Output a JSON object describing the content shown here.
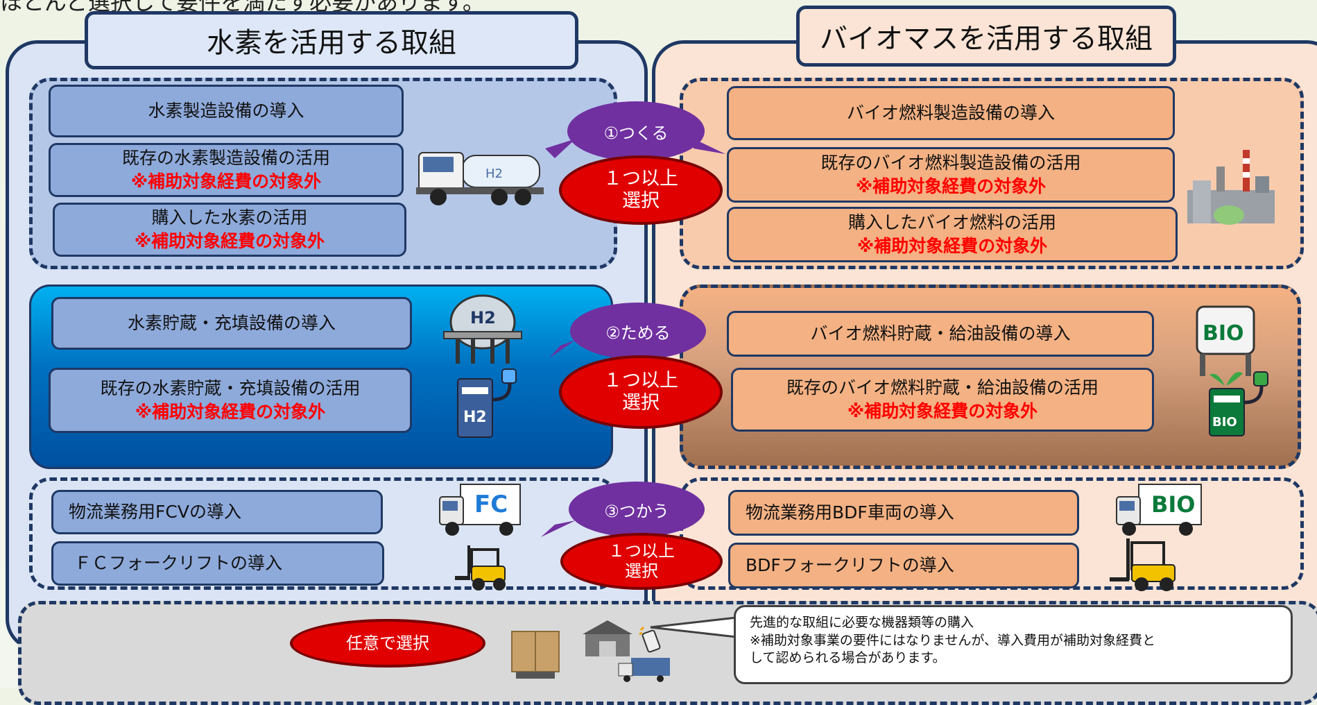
{
  "top_caption": "ほとんど選択して要件を満たす必要があります。",
  "hydrogen": {
    "header": "水素を活用する取組",
    "make": [
      {
        "label": "水素製造設備の導入",
        "note": ""
      },
      {
        "label": "既存の水素製造設備の活用",
        "note": "※補助対象経費の対象外"
      },
      {
        "label": "購入した水素の活用",
        "note": "※補助対象経費の対象外"
      }
    ],
    "store": [
      {
        "label": "水素貯蔵・充填設備の導入",
        "note": ""
      },
      {
        "label": "既存の水素貯蔵・充填設備の活用",
        "note": "※補助対象経費の対象外"
      }
    ],
    "use": [
      {
        "label": "物流業務用FCVの導入"
      },
      {
        "label": "ＦＣフォークリフトの導入"
      }
    ],
    "icons": {
      "truck_text": "H2",
      "tank_text": "H2",
      "pump_text": "H2",
      "fc_text": "FC"
    }
  },
  "biomass": {
    "header": "バイオマスを活用する取組",
    "make": [
      {
        "label": "バイオ燃料製造設備の導入",
        "note": ""
      },
      {
        "label": "既存のバイオ燃料製造設備の活用",
        "note": "※補助対象経費の対象外"
      },
      {
        "label": "購入したバイオ燃料の活用",
        "note": "※補助対象経費の対象外"
      }
    ],
    "store": [
      {
        "label": "バイオ燃料貯蔵・給油設備の導入",
        "note": ""
      },
      {
        "label": "既存のバイオ燃料貯蔵・給油設備の活用",
        "note": "※補助対象経費の対象外"
      }
    ],
    "use": [
      {
        "label": "物流業務用BDF車両の導入"
      },
      {
        "label": "BDFフォークリフトの導入"
      }
    ],
    "icons": {
      "tank_text": "BIO",
      "pump_text": "BIO",
      "truck_text": "BIO"
    }
  },
  "steps": [
    {
      "bubble": "①つくる",
      "oval_line1": "１つ以上",
      "oval_line2": "選択"
    },
    {
      "bubble": "②ためる",
      "oval_line1": "１つ以上",
      "oval_line2": "選択"
    },
    {
      "bubble": "③つかう",
      "oval_line1": "１つ以上",
      "oval_line2": "選択"
    }
  ],
  "optional": {
    "label": "任意で選択",
    "callout_line1": "先進的な取組に必要な機器類等の購入",
    "callout_line2": "※補助対象事業の要件にはなりませんが、導入費用が補助対象経費と",
    "callout_line3": "して認められる場合があります。"
  },
  "colors": {
    "navy": "#1f3864",
    "blue_box": "#8eaadb",
    "orange_box": "#f4b183",
    "purple": "#7030a0",
    "red": "#e00000",
    "note_red": "#ff0000"
  }
}
